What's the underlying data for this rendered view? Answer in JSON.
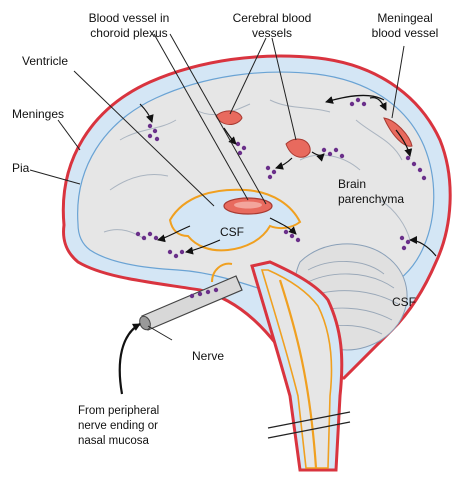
{
  "labels": {
    "blood_vessel_choroid": [
      "Blood vessel in",
      "choroid plexus"
    ],
    "cerebral_vessels": [
      "Cerebral blood",
      "vessels"
    ],
    "meningeal_vessel": [
      "Meningeal",
      "blood vessel"
    ],
    "ventricle": "Ventricle",
    "meninges": "Meninges",
    "pia": "Pia",
    "brain_parenchyma": [
      "Brain",
      "parenchyma"
    ],
    "csf_ventricle": "CSF",
    "csf_cisterna": "CSF",
    "nerve": "Nerve",
    "peripheral_source": [
      "From peripheral",
      "nerve ending or",
      "nasal mucosa"
    ]
  },
  "colors": {
    "meninges_outline": "#d9343f",
    "csf_fill": "#d4e6f5",
    "brain_fill": "#e6e6e6",
    "ventricle_outline": "#f0a020",
    "vessel_fill": "#e86a5e",
    "particle": "#6a2f8a",
    "line": "#222222"
  }
}
